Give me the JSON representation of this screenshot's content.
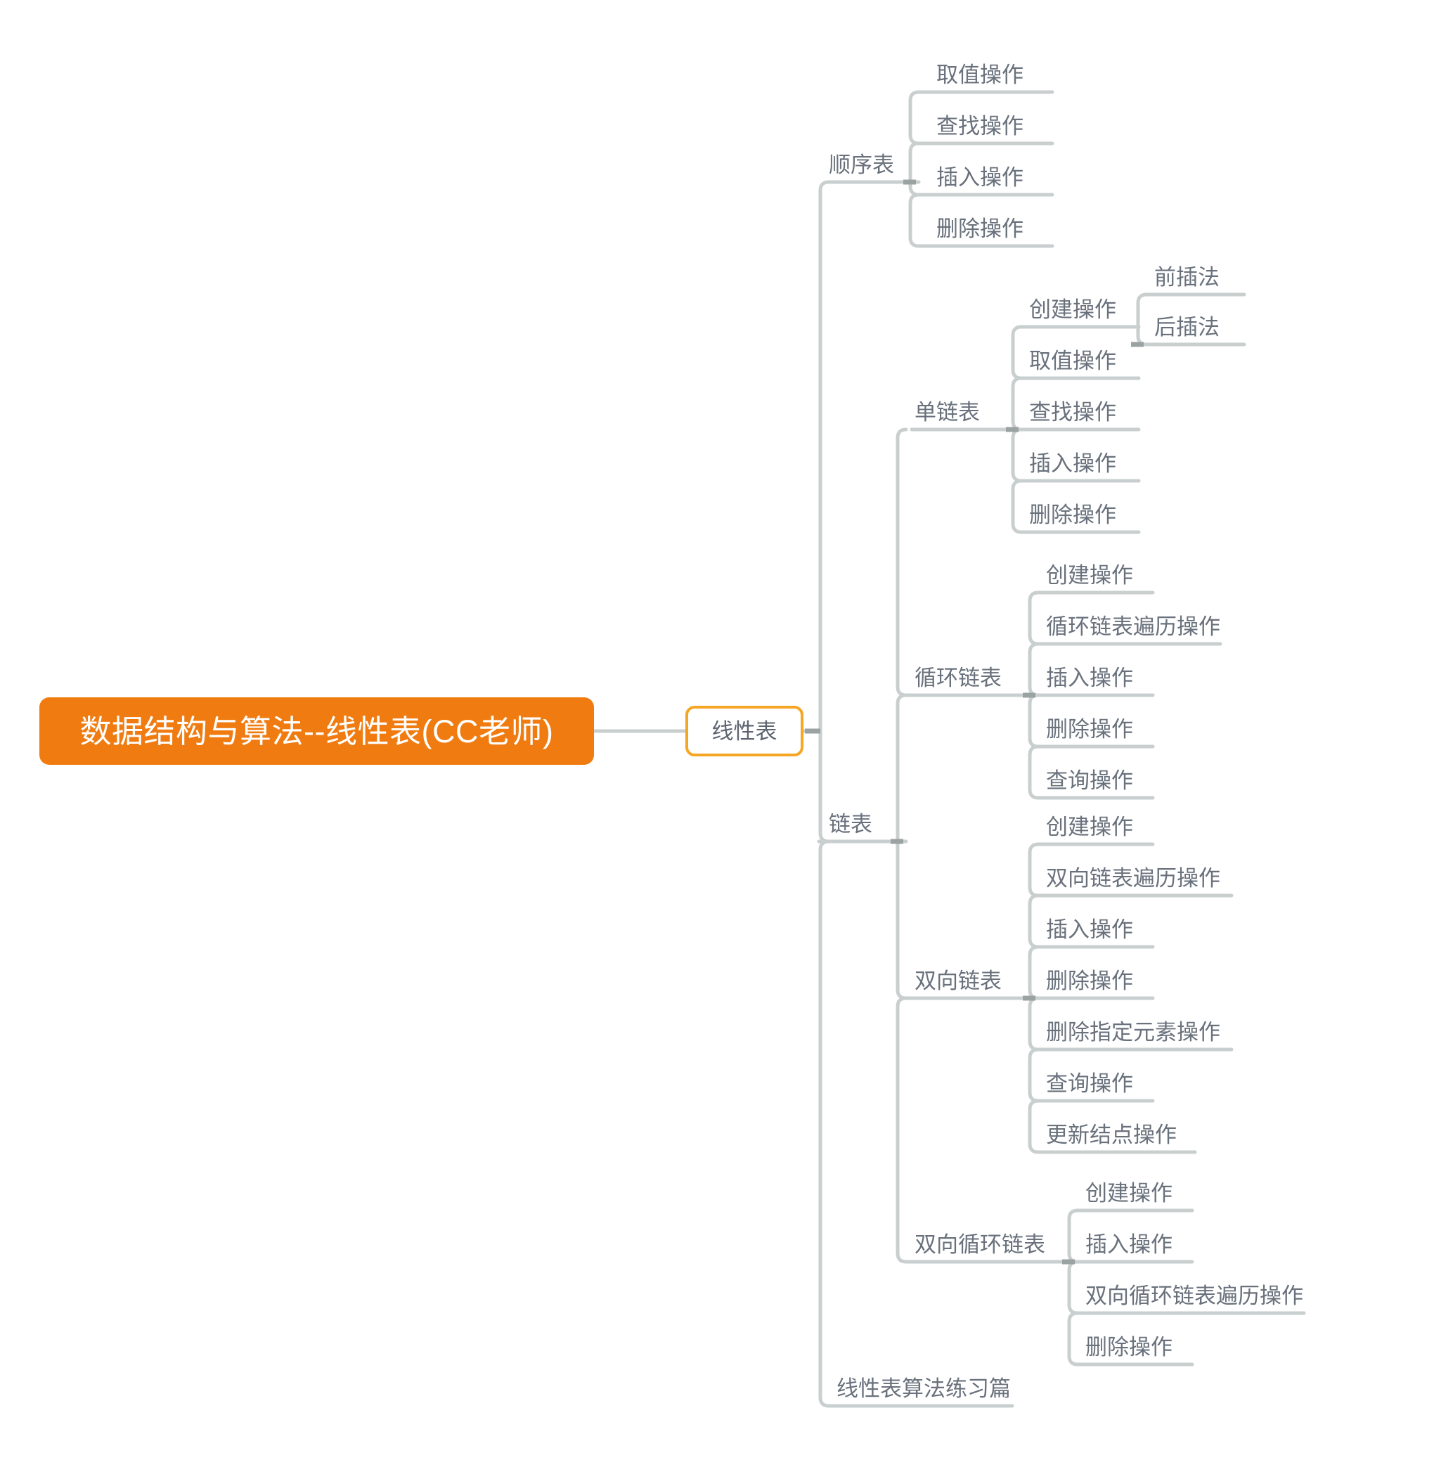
{
  "document": {
    "type": "mindmap",
    "title": "数据结构与算法--线性表(CC老师)",
    "background_color": "#FFFFFF",
    "root_fill_color": "#F07C11",
    "root_text_color": "#FFFFFF",
    "level1_border_color": "#F5A623",
    "node_text_color": "#69717C",
    "connector_color": "#C9CFCF",
    "collapse_marker_color": "#9AA2A2"
  },
  "root": {
    "label": "数据结构与算法--线性表(CC老师)"
  },
  "level1": {
    "label": "线性表"
  },
  "branches": [
    {
      "label": "顺序表",
      "children": [
        {
          "label": "取值操作"
        },
        {
          "label": "查找操作"
        },
        {
          "label": "插入操作"
        },
        {
          "label": "删除操作"
        }
      ]
    },
    {
      "label": "链表",
      "children": [
        {
          "label": "单链表",
          "children": [
            {
              "label": "创建操作",
              "children": [
                {
                  "label": "前插法"
                },
                {
                  "label": "后插法"
                }
              ]
            },
            {
              "label": "取值操作"
            },
            {
              "label": "查找操作"
            },
            {
              "label": "插入操作"
            },
            {
              "label": "删除操作"
            }
          ]
        },
        {
          "label": "循环链表",
          "children": [
            {
              "label": "创建操作"
            },
            {
              "label": "循环链表遍历操作"
            },
            {
              "label": "插入操作"
            },
            {
              "label": "删除操作"
            },
            {
              "label": "查询操作"
            }
          ]
        },
        {
          "label": "双向链表",
          "children": [
            {
              "label": "创建操作"
            },
            {
              "label": "双向链表遍历操作"
            },
            {
              "label": "插入操作"
            },
            {
              "label": "删除操作"
            },
            {
              "label": "删除指定元素操作"
            },
            {
              "label": "查询操作"
            },
            {
              "label": "更新结点操作"
            }
          ]
        },
        {
          "label": "双向循环链表",
          "children": [
            {
              "label": "创建操作"
            },
            {
              "label": "插入操作"
            },
            {
              "label": "双向循环链表遍历操作"
            },
            {
              "label": "删除操作"
            }
          ]
        }
      ]
    },
    {
      "label": "线性表算法练习篇",
      "children": []
    }
  ],
  "nodes": {
    "root": "数据结构与算法--线性表(CC老师)",
    "n_linear": "线性表",
    "n_seq": "顺序表",
    "n_seq_1": "取值操作",
    "n_seq_2": "查找操作",
    "n_seq_3": "插入操作",
    "n_seq_4": "删除操作",
    "n_link": "链表",
    "n_single": "单链表",
    "n_single_1": "创建操作",
    "n_single_1_1": "前插法",
    "n_single_1_2": "后插法",
    "n_single_2": "取值操作",
    "n_single_3": "查找操作",
    "n_single_4": "插入操作",
    "n_single_5": "删除操作",
    "n_circ": "循环链表",
    "n_circ_1": "创建操作",
    "n_circ_2": "循环链表遍历操作",
    "n_circ_3": "插入操作",
    "n_circ_4": "删除操作",
    "n_circ_5": "查询操作",
    "n_dbl": "双向链表",
    "n_dbl_1": "创建操作",
    "n_dbl_2": "双向链表遍历操作",
    "n_dbl_3": "插入操作",
    "n_dbl_4": "删除操作",
    "n_dbl_5": "删除指定元素操作",
    "n_dbl_6": "查询操作",
    "n_dbl_7": "更新结点操作",
    "n_dblcirc": "双向循环链表",
    "n_dblcirc_1": "创建操作",
    "n_dblcirc_2": "插入操作",
    "n_dblcirc_3": "双向循环链表遍历操作",
    "n_dblcirc_4": "删除操作",
    "n_practice": "线性表算法练习篇"
  }
}
